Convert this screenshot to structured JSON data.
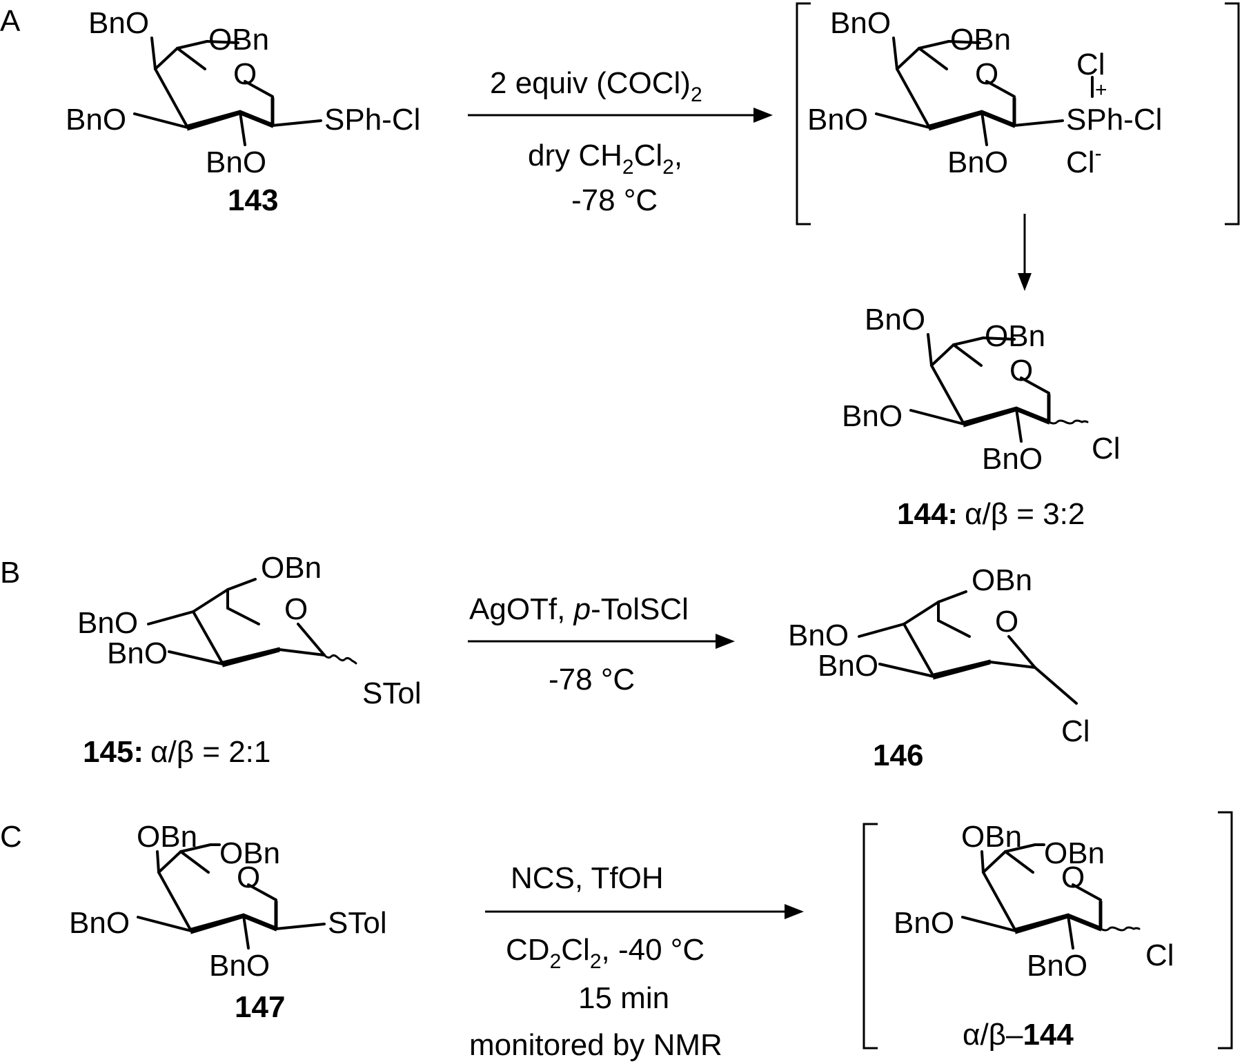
{
  "panels": {
    "A": "A",
    "B": "B",
    "C": "C"
  },
  "groups": {
    "bno": "BnO",
    "obn": "OBn",
    "ring_o": "O",
    "sphcl": "SPh-Cl",
    "stol": "STol",
    "cl": "Cl",
    "cl_minus": "Cl",
    "minus": "-",
    "plus": "+"
  },
  "compounds": {
    "c143": "143",
    "c144": "144:",
    "c144_ratio": "α/β = 3:2",
    "c145": "145:",
    "c145_ratio": "α/β = 2:1",
    "c146": "146",
    "c147": "147",
    "c144b_prefix": "α/β–",
    "c144b": "144"
  },
  "reactions": {
    "A": {
      "line1_a": "2 equiv (COCl)",
      "line1_sub": "2",
      "line2_a": "dry CH",
      "line2_sub1": "2",
      "line2_b": "Cl",
      "line2_sub2": "2",
      "line2_c": ",",
      "line3": "-78 °C"
    },
    "B": {
      "line1_a": "AgOTf, ",
      "line1_i": "p",
      "line1_b": "-TolSCl",
      "line2": "-78 °C"
    },
    "C": {
      "line1": "NCS, TfOH",
      "line2_a": "CD",
      "line2_sub1": "2",
      "line2_b": "Cl",
      "line2_sub2": "2",
      "line2_c": ", -40 °C",
      "line3": "15 min",
      "line4": "monitored by NMR"
    }
  }
}
